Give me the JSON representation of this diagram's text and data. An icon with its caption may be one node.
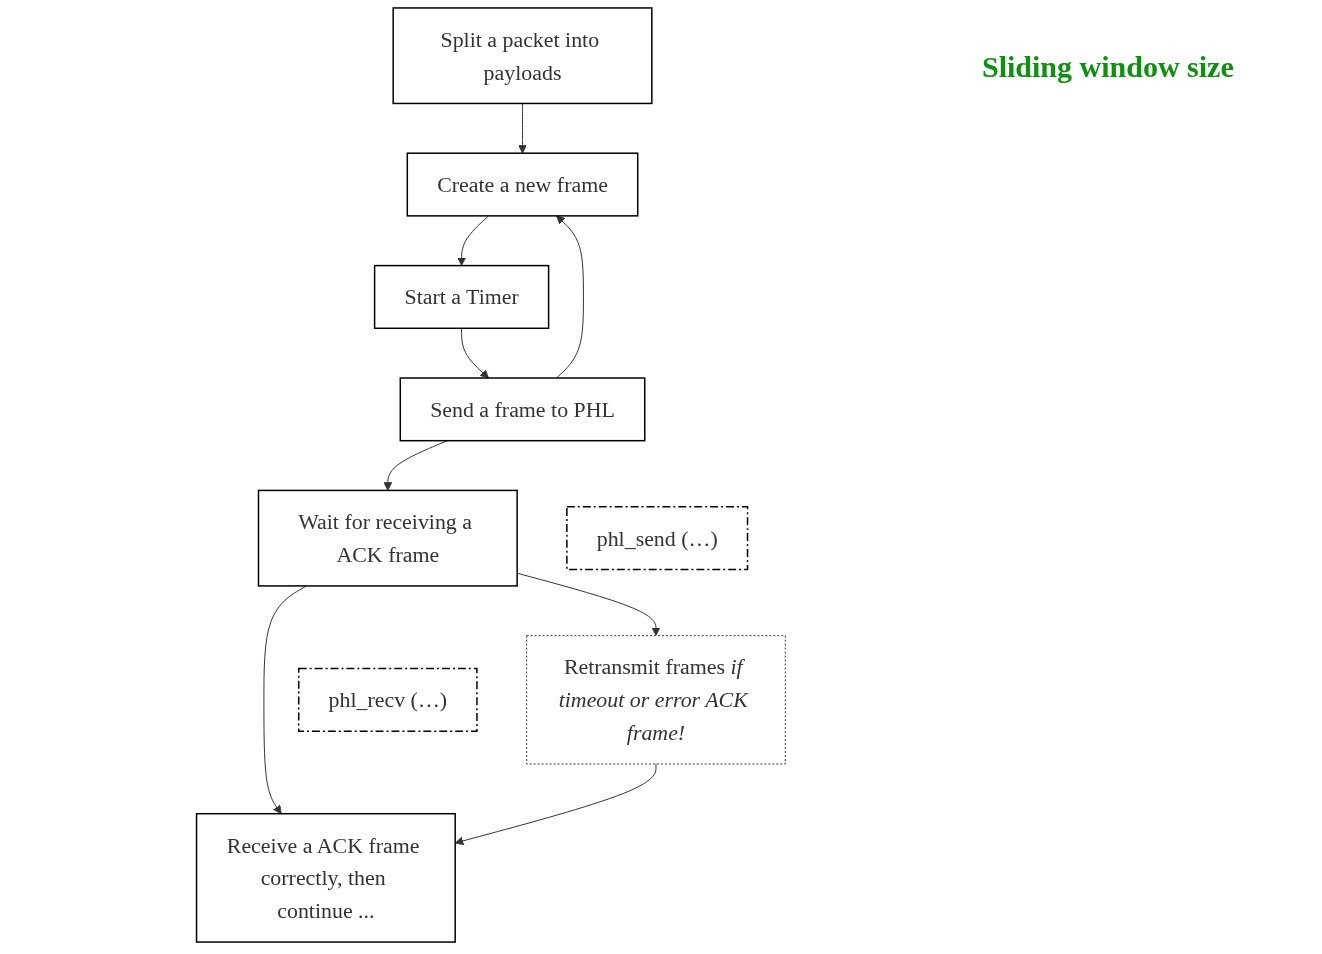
{
  "diagram": {
    "nodes": [
      {
        "text": [
          "Split a packet into payloads"
        ]
      },
      {
        "text": [
          "Create a new frame"
        ]
      },
      {
        "text": [
          "Start a Timer"
        ]
      },
      {
        "text": [
          "Send a frame to PHL"
        ]
      },
      {
        "text": [
          "Wait for receiving a ACK frame"
        ]
      },
      {
        "text": [
          "Retransmit frames *if timeout or error ACK frame!*"
        ]
      },
      {
        "text": [
          "Receive a ACK frame correctly, then continue ..."
        ]
      },
      {
        "text": [
          "phl_send (…)"
        ]
      },
      {
        "text": [
          "phl_recv (…)"
        ]
      }
    ],
    "edges": [
      {
        "from": 0,
        "to": 1,
        "arrow": "to"
      },
      {
        "from": 1,
        "to": 2,
        "arrow": "to"
      },
      {
        "from": 2,
        "to": 3,
        "arrow": "to"
      },
      {
        "from": 3,
        "to": 1,
        "arrow": "to"
      },
      {
        "from": 3,
        "to": 4,
        "arrow": "to"
      },
      {
        "from": 4,
        "to": 6,
        "arrow": "to"
      },
      {
        "from": 4,
        "to": 5,
        "arrow": "to"
      },
      {
        "from": 5,
        "to": 6,
        "arrow": "to"
      }
    ],
    "labels": [
      "Sliding window size"
    ]
  }
}
